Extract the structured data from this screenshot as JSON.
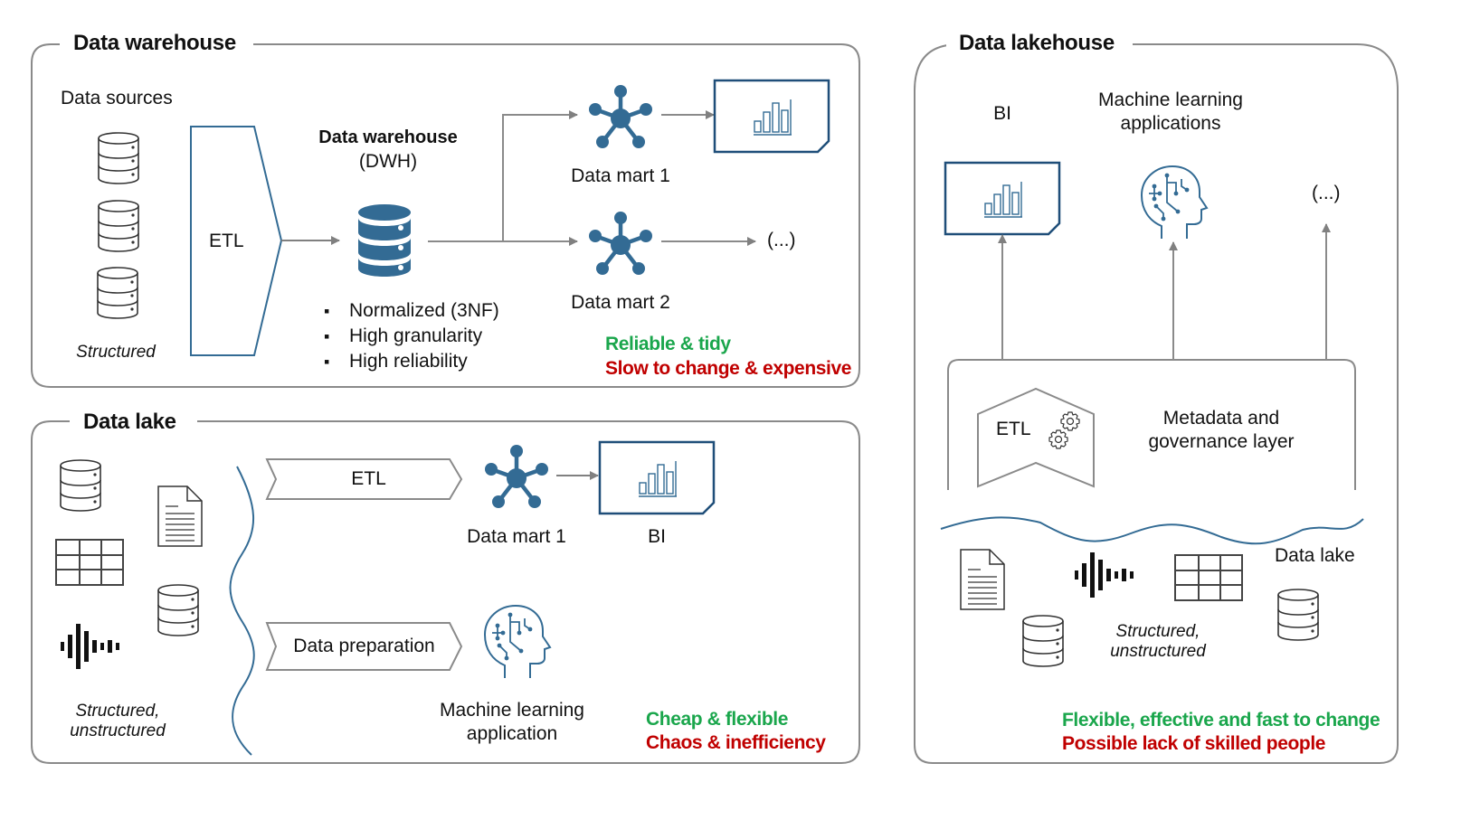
{
  "colors": {
    "accent_blue": "#336b94",
    "frame_blue": "#1f4e79",
    "border_gray": "#8a8a8a",
    "arrow_gray": "#808080",
    "pro_green": "#1aa64c",
    "con_red": "#c00000"
  },
  "warehouse": {
    "title": "Data warehouse",
    "sources_label": "Data sources",
    "sources_caption": "Structured",
    "etl_label": "ETL",
    "dwh_title": "Data warehouse",
    "dwh_subtitle": "(DWH)",
    "properties": [
      "Normalized (3NF)",
      "High granularity",
      "High reliability"
    ],
    "mart1_label": "Data mart 1",
    "mart2_label": "Data mart 2",
    "more_label": "(...)",
    "pro": "Reliable & tidy",
    "con": "Slow to change & expensive"
  },
  "lake": {
    "title": "Data lake",
    "sources_caption_line1": "Structured,",
    "sources_caption_line2": "unstructured",
    "etl_label": "ETL",
    "prep_label": "Data preparation",
    "mart1_label": "Data mart 1",
    "bi_label": "BI",
    "ml_label_line1": "Machine learning",
    "ml_label_line2": "application",
    "pro": "Cheap & flexible",
    "con": "Chaos & inefficiency"
  },
  "lakehouse": {
    "title": "Data lakehouse",
    "bi_label": "BI",
    "ml_label_line1": "Machine learning",
    "ml_label_line2": "applications",
    "more_label": "(...)",
    "etl_label": "ETL",
    "meta_line1": "Metadata and",
    "meta_line2": "governance layer",
    "lake_label": "Data lake",
    "sources_caption_line1": "Structured,",
    "sources_caption_line2": "unstructured",
    "pro": "Flexible, effective and fast to change",
    "con": "Possible lack of skilled people"
  }
}
